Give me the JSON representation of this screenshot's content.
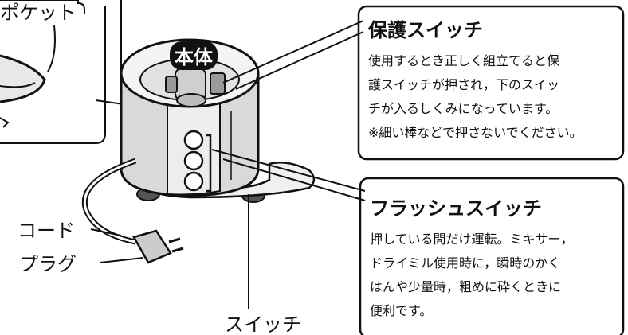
{
  "labels": {
    "pocket": "ポケット",
    "main_body": "本体",
    "cord": "コード",
    "plug": "プラグ",
    "switch": "スイッチ"
  },
  "protect_box": {
    "title": "保護スイッチ",
    "lines": [
      "使用するとき正しく組立てると保",
      "護スイッチが押され，下のスイッ",
      "チが入るしくみになっています。",
      "※細い棒などで押さないでください。"
    ]
  },
  "flash_box": {
    "title": "フラッシュスイッチ",
    "lines": [
      "押している間だけ運転。ミキサー，",
      "ドライミル使用時に，瞬時のかく",
      "はんや少量時，粗めに砕くときに",
      "便利です。"
    ]
  }
}
